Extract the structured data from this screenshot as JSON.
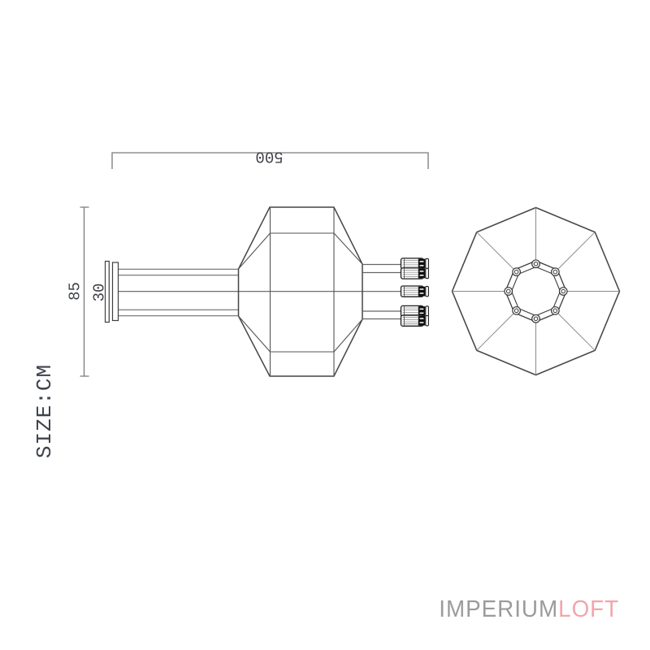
{
  "drawing": {
    "dimension_labels": {
      "width": "500",
      "height": "85",
      "canopy": "30",
      "unit": "SIZE:CM"
    },
    "line_colors": {
      "outline": "#4a4a4a",
      "detail": "#5a5a5a",
      "rod": "#6f6f6f",
      "dimension": "#7a7a7a",
      "socket_black": "#101010",
      "text": "#41444b"
    }
  },
  "brand": {
    "primary": "IMPERIUM",
    "accent": "LOFT",
    "primary_color": "#9b9b9d",
    "accent_color": "#f2a5ab"
  }
}
